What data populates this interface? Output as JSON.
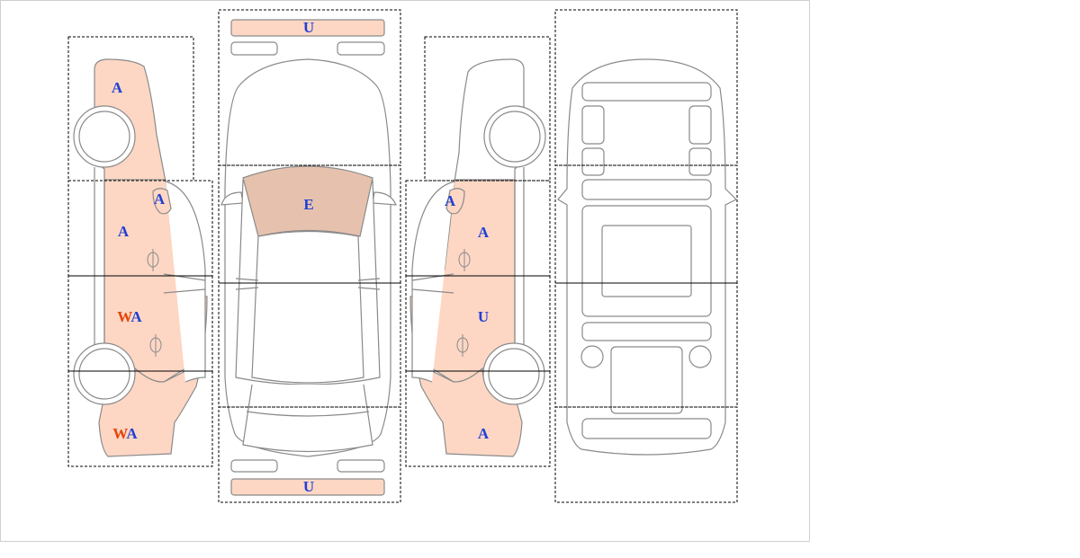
{
  "colors": {
    "damage_fill": "#fdd7c4",
    "windshield_fill": "#e6c2ae",
    "code_letter": "#1f3fd6",
    "code_accent": "#e2450a",
    "outline": "#8a8a8a"
  },
  "views": {
    "left_side": {
      "labels": [
        {
          "text": "A",
          "accent": ""
        },
        {
          "text": "A",
          "accent": ""
        },
        {
          "text": "A",
          "accent": ""
        },
        {
          "text": "A",
          "accent": "W"
        },
        {
          "text": "A",
          "accent": "W"
        }
      ]
    },
    "top": {
      "labels": [
        {
          "text": "U",
          "accent": ""
        },
        {
          "text": "E",
          "accent": ""
        },
        {
          "text": "U",
          "accent": ""
        }
      ]
    },
    "right_side": {
      "labels": [
        {
          "text": "A",
          "accent": ""
        },
        {
          "text": "A",
          "accent": ""
        },
        {
          "text": "U",
          "accent": ""
        },
        {
          "text": "A",
          "accent": ""
        }
      ]
    }
  }
}
